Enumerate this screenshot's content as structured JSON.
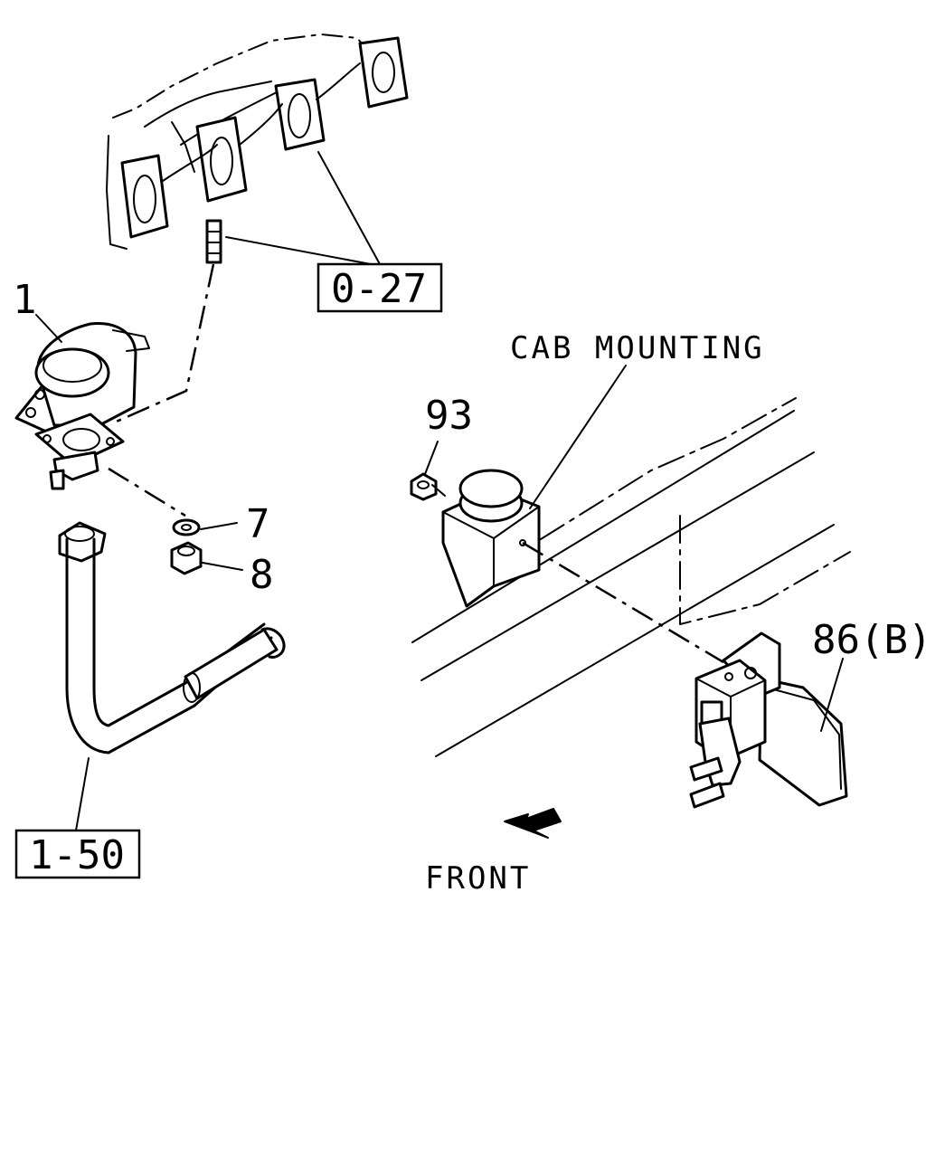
{
  "callouts": {
    "part_1": "1",
    "part_7": "7",
    "part_8": "8",
    "part_93": "93",
    "part_86b": "86(B)"
  },
  "references": {
    "ref_0_27": "0-27",
    "ref_1_50": "1-50"
  },
  "annotations": {
    "cab_mounting": "CAB MOUNTING",
    "front": "FRONT"
  },
  "colors": {
    "line": "#000000",
    "background": "#ffffff"
  }
}
